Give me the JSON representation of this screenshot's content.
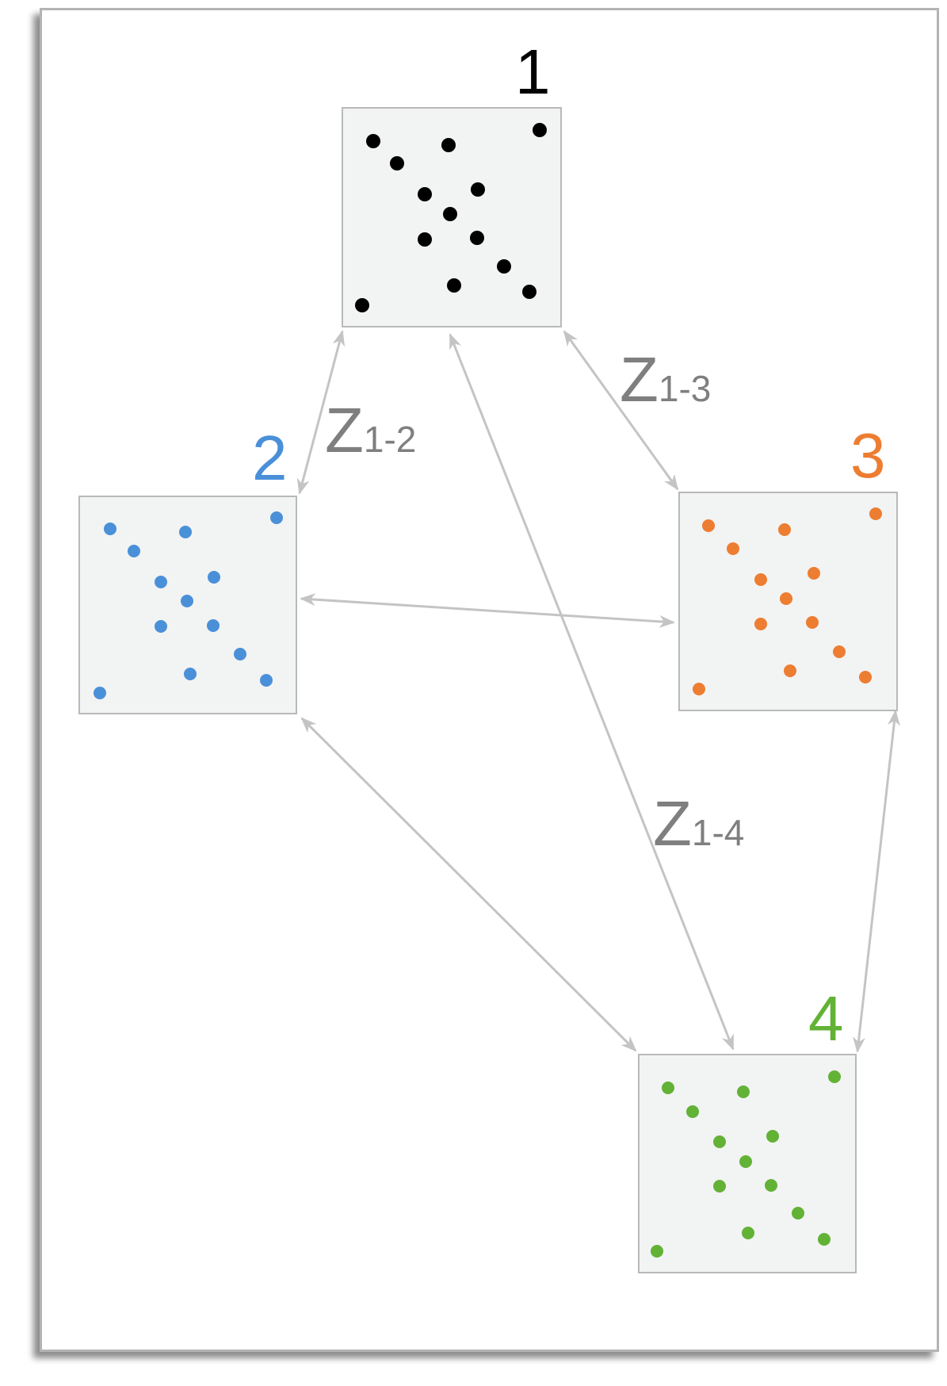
{
  "colors": {
    "arrow": "#c4c4c4",
    "label": "#7f7f7f",
    "panel_fill": "#f2f3f3",
    "panel_border": "#b9b9b9"
  },
  "panels": [
    {
      "id": "1",
      "label": "1",
      "color": "#000000"
    },
    {
      "id": "2",
      "label": "2",
      "color": "#4a90d9"
    },
    {
      "id": "3",
      "label": "3",
      "color": "#ed7d31"
    },
    {
      "id": "4",
      "label": "4",
      "color": "#62b236"
    }
  ],
  "connections": [
    {
      "from": "1",
      "to": "2",
      "label_main": "Z",
      "label_sub": "1-2"
    },
    {
      "from": "1",
      "to": "3",
      "label_main": "Z",
      "label_sub": "1-3"
    },
    {
      "from": "1",
      "to": "4",
      "label_main": "Z",
      "label_sub": "1-4"
    },
    {
      "from": "2",
      "to": "3",
      "label_main": "",
      "label_sub": ""
    },
    {
      "from": "2",
      "to": "4",
      "label_main": "",
      "label_sub": ""
    },
    {
      "from": "3",
      "to": "4",
      "label_main": "",
      "label_sub": ""
    }
  ]
}
